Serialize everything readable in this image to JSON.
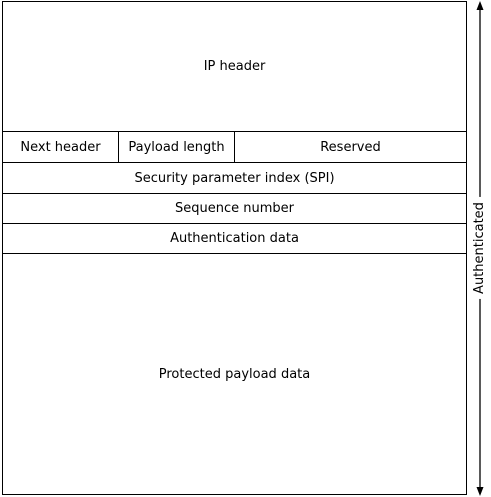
{
  "diagram": {
    "ip_header": "IP header",
    "row_fields": {
      "next_header": "Next header",
      "payload_length": "Payload length",
      "reserved": "Reserved"
    },
    "spi": "Security parameter index (SPI)",
    "sequence_number": "Sequence number",
    "authentication_data": "Authentication data",
    "payload": "Protected payload data",
    "side_label": "Authenticated",
    "colors": {
      "line": "#000000",
      "background": "#ffffff"
    }
  }
}
